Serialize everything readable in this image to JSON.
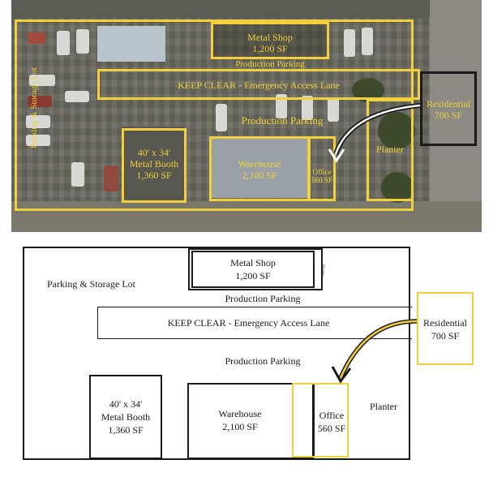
{
  "aerial": {
    "metal_shop": {
      "name": "Metal Shop",
      "area": "1,200 SF"
    },
    "production_parking_top": "Production Parking",
    "access_lane": "KEEP CLEAR - Emergency Access Lane",
    "production_parking_mid": "Production Parking",
    "parking_storage_lot": "Parking & Storage Lot",
    "metal_booth": {
      "dims": "40' x 34'",
      "name": "Metal Booth",
      "area": "1,360 SF"
    },
    "warehouse": {
      "name": "Warehouse",
      "area": "2,100 SF"
    },
    "office": {
      "name": "Office",
      "area": "560 SF"
    },
    "planter": "Planter",
    "residential": {
      "name": "Residential",
      "area": "700 SF"
    }
  },
  "plan": {
    "metal_shop": {
      "name": "Metal Shop",
      "area": "1,200 SF"
    },
    "metal_shop_side_label": "Planter",
    "parking_storage_lot": "Parking & Storage Lot",
    "production_parking_top": "Production Parking",
    "access_lane": "KEEP CLEAR - Emergency Access Lane",
    "production_parking_mid": "Production Parking",
    "residential": {
      "name": "Residential",
      "area": "700 SF"
    },
    "metal_booth": {
      "dims": "40' x 34'",
      "name": "Metal Booth",
      "area": "1,360 SF"
    },
    "warehouse": {
      "name": "Warehouse",
      "area": "2,100 SF"
    },
    "office": {
      "name": "Office",
      "area": "560 SF"
    },
    "planter": "Planter"
  },
  "colors": {
    "accent": "#f2cf3c",
    "outline": "#1a1a1a"
  }
}
